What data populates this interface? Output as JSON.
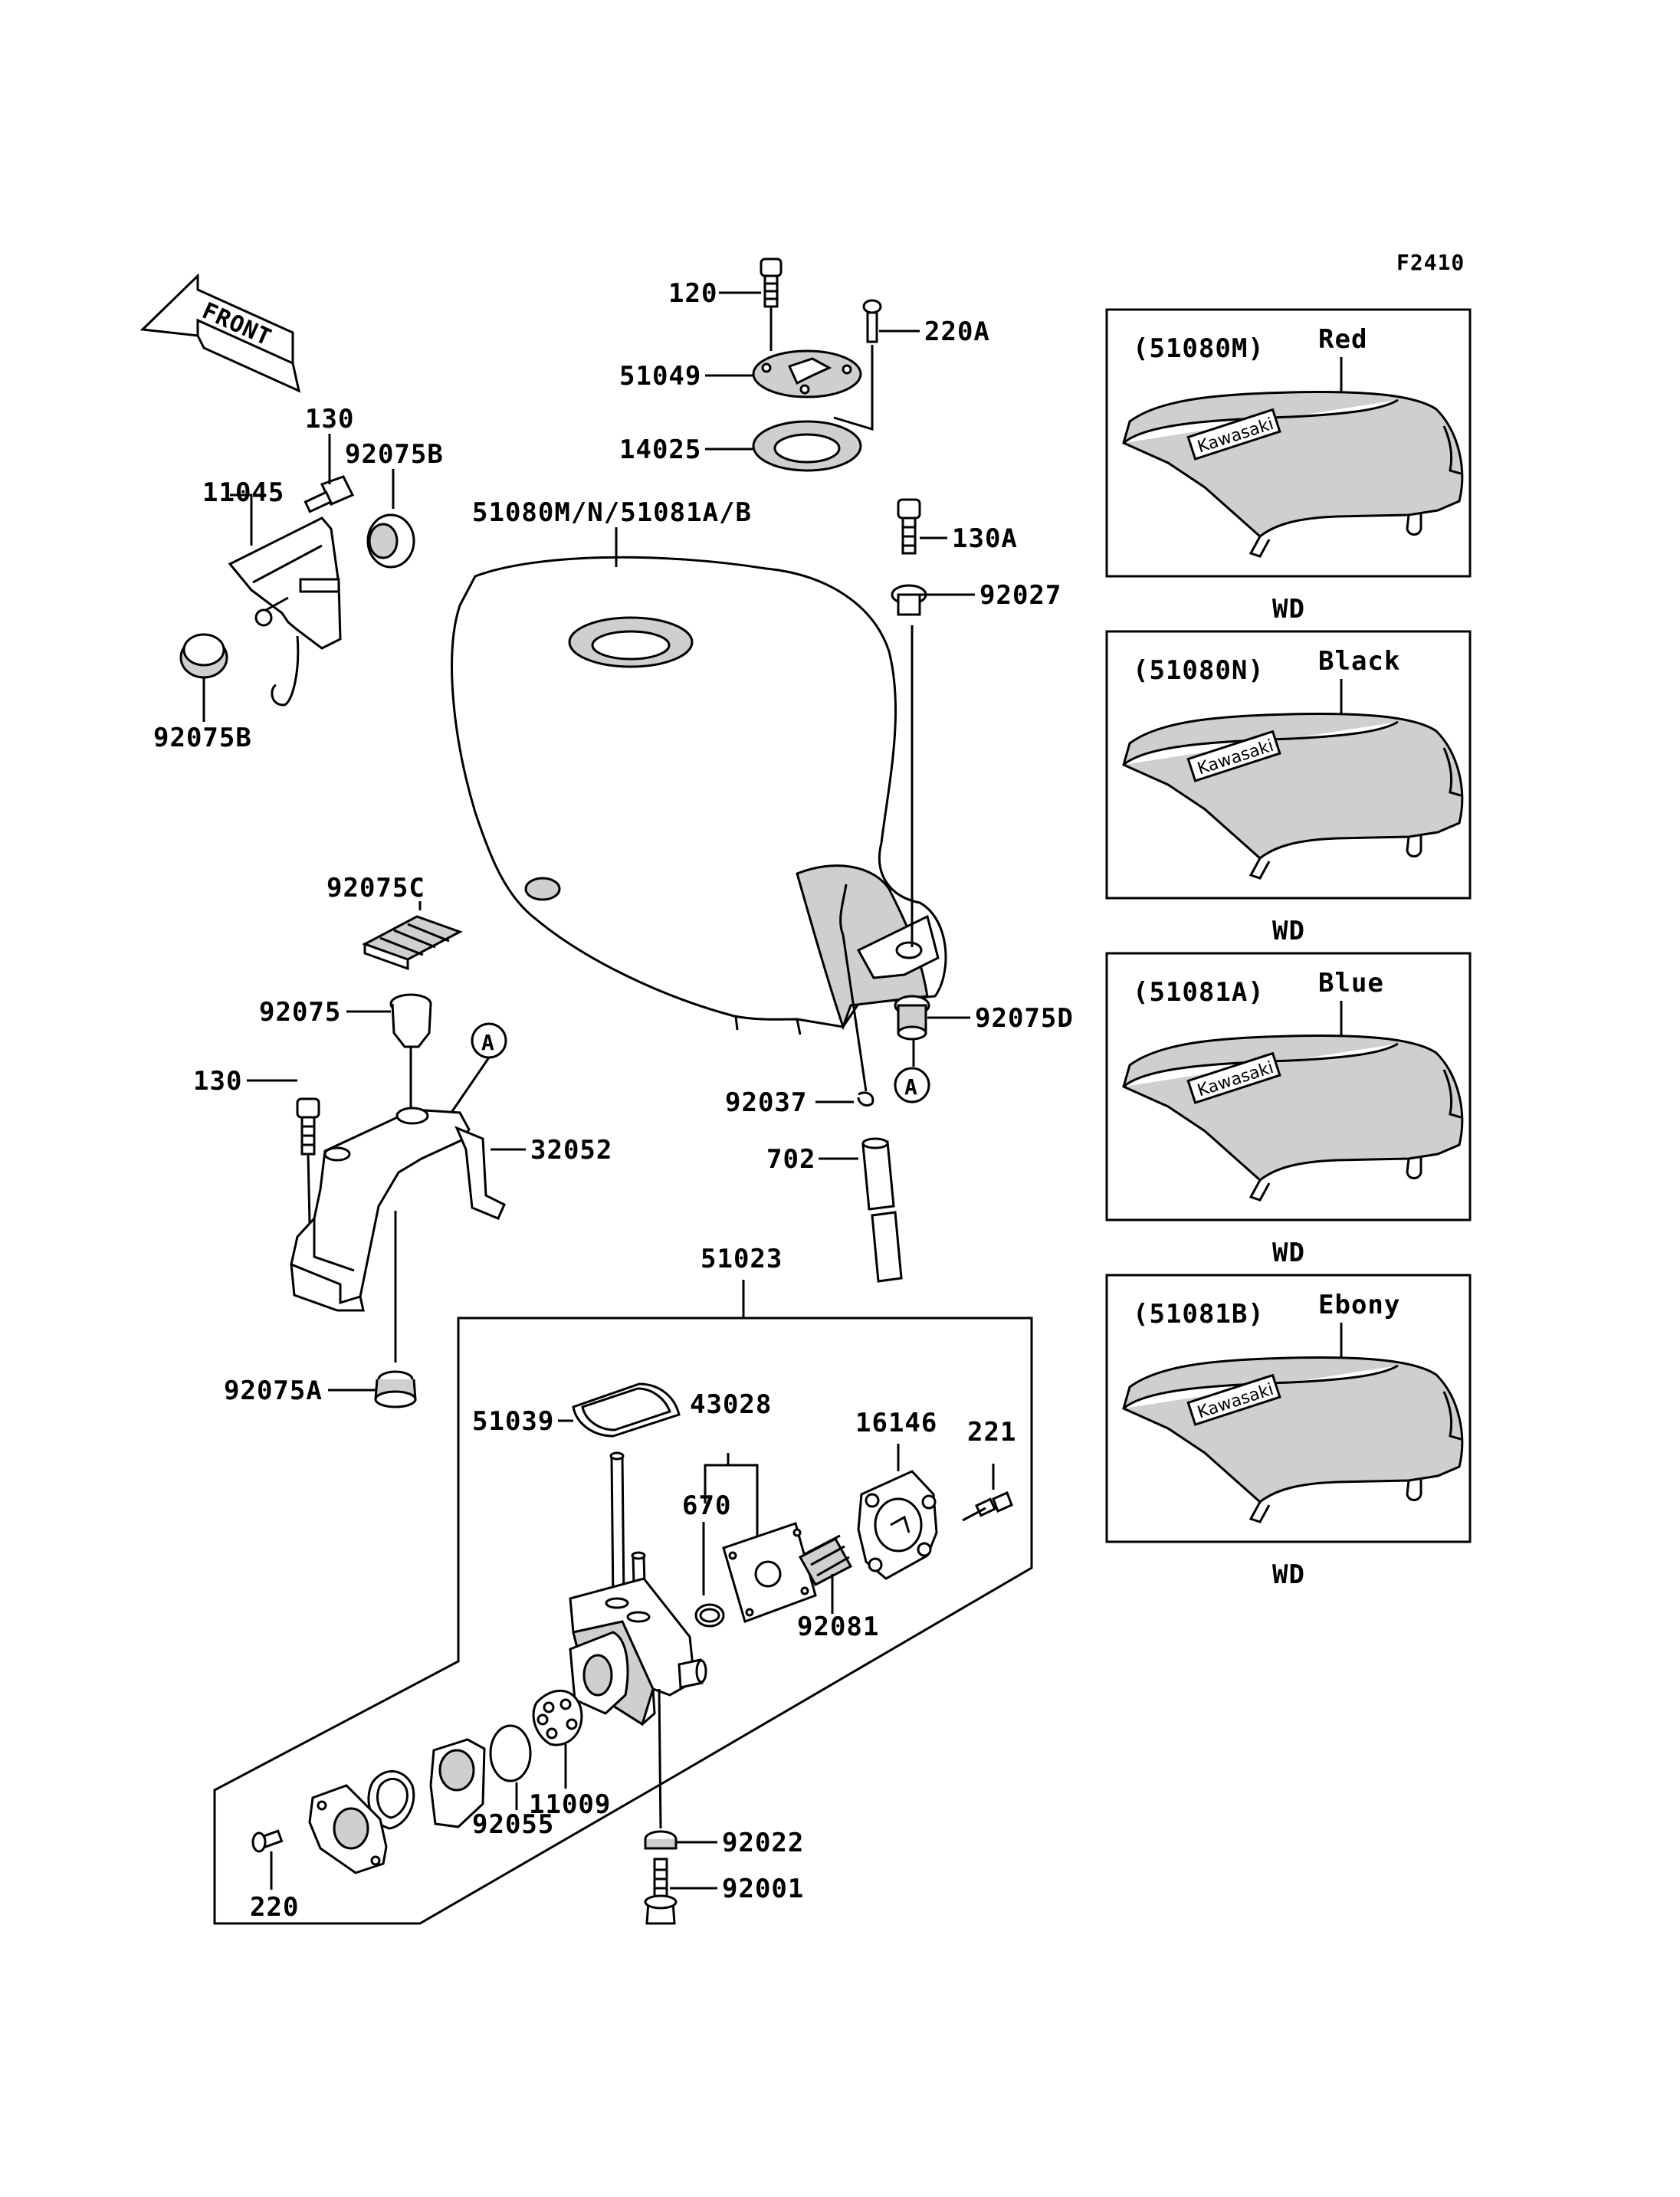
{
  "figure_code": "F2410",
  "front_arrow": {
    "label": "FRONT"
  },
  "callout_marker": "A",
  "labels": {
    "p120": "120",
    "p220A": "220A",
    "p51049": "51049",
    "p14025": "14025",
    "p130_top": "130",
    "p92075B_top": "92075B",
    "p11045": "11045",
    "p92075B_bottom": "92075B",
    "p51080": "51080M/N/51081A/B",
    "p130A": "130A",
    "p92027": "92027",
    "p92075C": "92075C",
    "p92075": "92075",
    "p130_mid": "130",
    "p32052": "32052",
    "p92075A": "92075A",
    "p92075D": "92075D",
    "p92037": "92037",
    "p702": "702",
    "p51023": "51023",
    "p51039": "51039",
    "p43028": "43028",
    "p16146": "16146",
    "p221": "221",
    "p670": "670",
    "p92081": "92081",
    "p11009": "11009",
    "p92055": "92055",
    "p92022": "92022",
    "p92001": "92001",
    "p220": "220"
  },
  "variants": [
    {
      "code": "(51080M)",
      "color": "Red",
      "badge": "Kawasaki",
      "footer": "WD"
    },
    {
      "code": "(51080N)",
      "color": "Black",
      "badge": "Kawasaki",
      "footer": "WD"
    },
    {
      "code": "(51081A)",
      "color": "Blue",
      "badge": "Kawasaki",
      "footer": "WD"
    },
    {
      "code": "(51081B)",
      "color": "Ebony",
      "badge": "Kawasaki",
      "footer": "WD"
    }
  ]
}
